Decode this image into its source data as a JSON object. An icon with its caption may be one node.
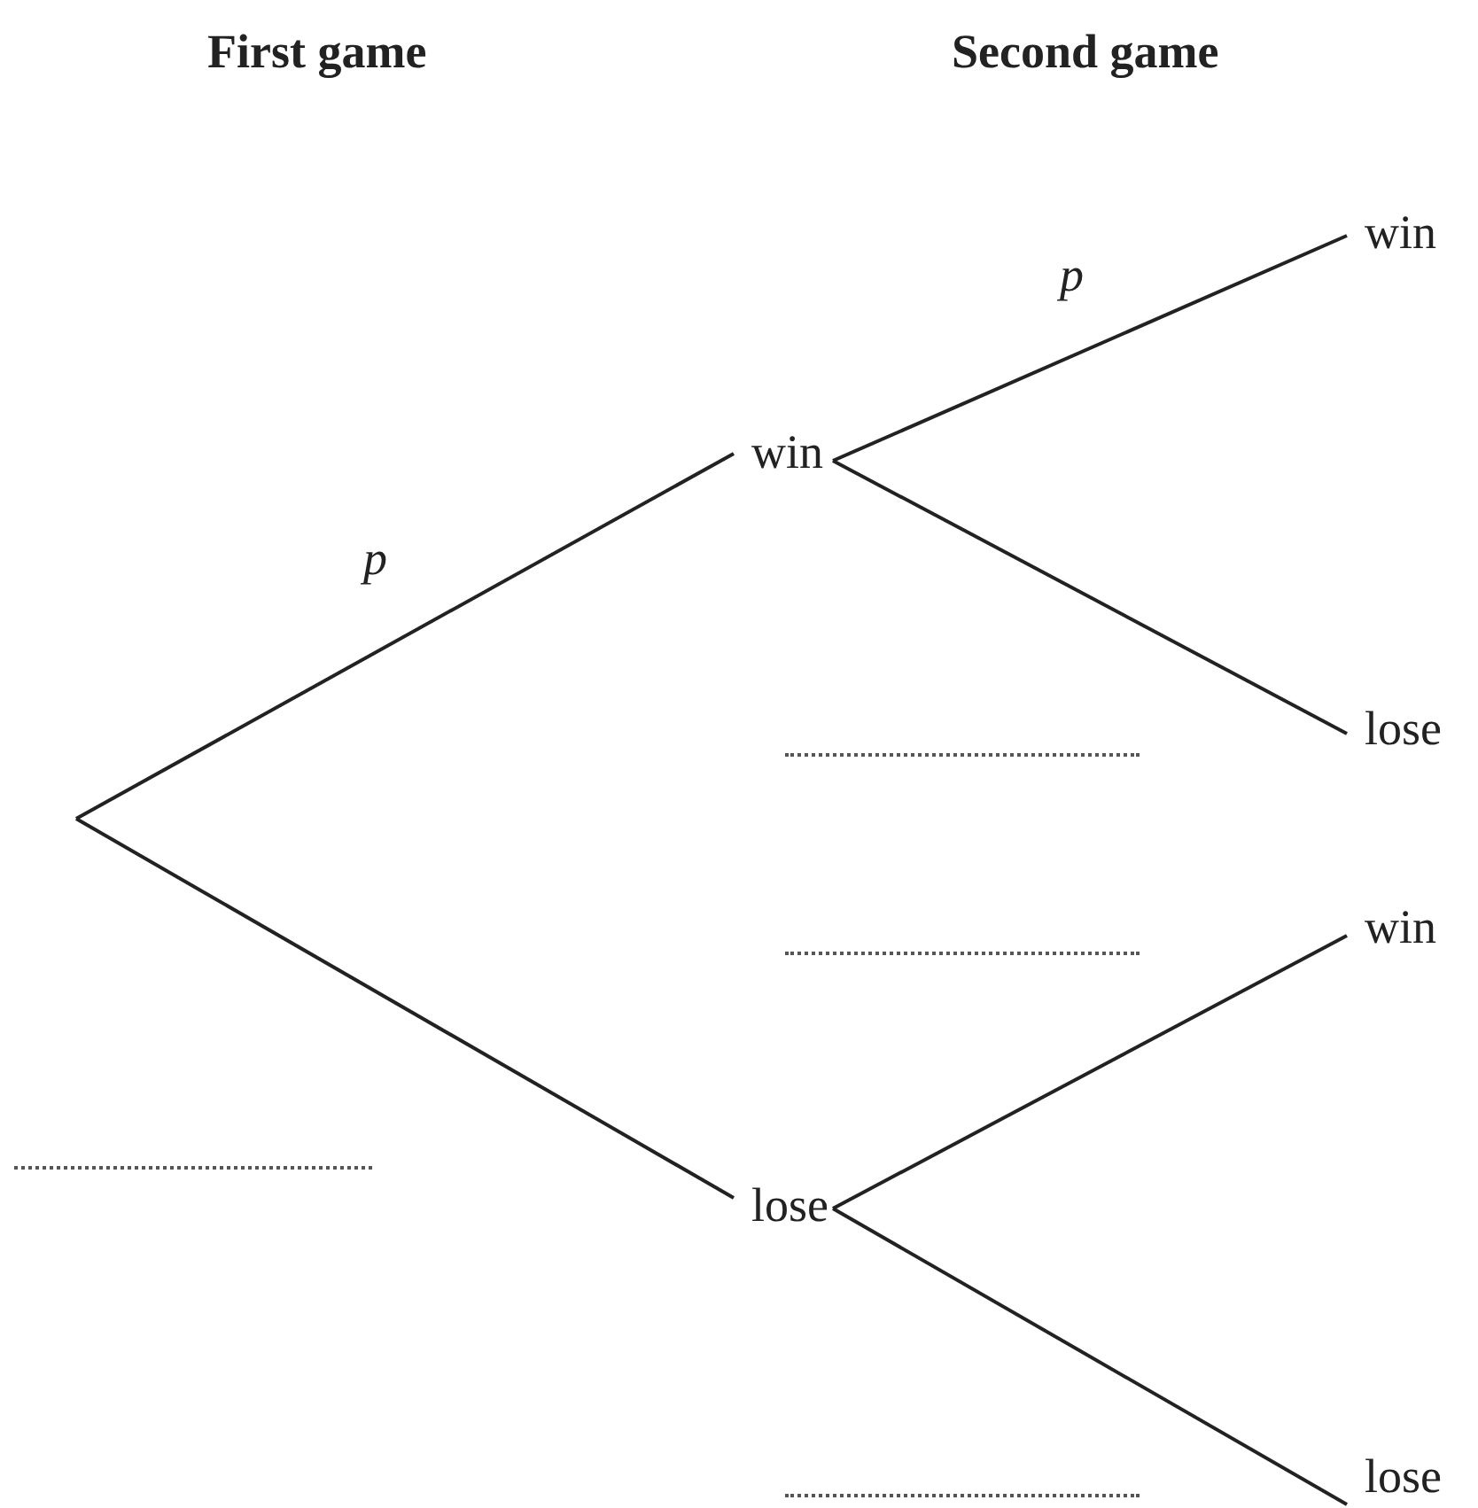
{
  "diagram": {
    "nodes": [
      {
        "text": [
          "win"
        ]
      },
      {
        "text": [
          "lose"
        ]
      },
      {
        "text": [
          "win"
        ]
      },
      {
        "text": [
          "lose"
        ]
      },
      {
        "text": [
          "win"
        ]
      },
      {
        "text": [
          "lose"
        ]
      }
    ],
    "edges": [
      {
        "from": null,
        "to": 0,
        "arrow": "none",
        "label": "p"
      },
      {
        "from": null,
        "to": 1,
        "arrow": "none"
      },
      {
        "from": 0,
        "to": 2,
        "arrow": "none",
        "label": "p"
      },
      {
        "from": 0,
        "to": 3,
        "arrow": "none"
      },
      {
        "from": 1,
        "to": 4,
        "arrow": "none"
      },
      {
        "from": 1,
        "to": 5,
        "arrow": "none"
      }
    ],
    "labels": [
      "First game",
      "Second game"
    ]
  }
}
